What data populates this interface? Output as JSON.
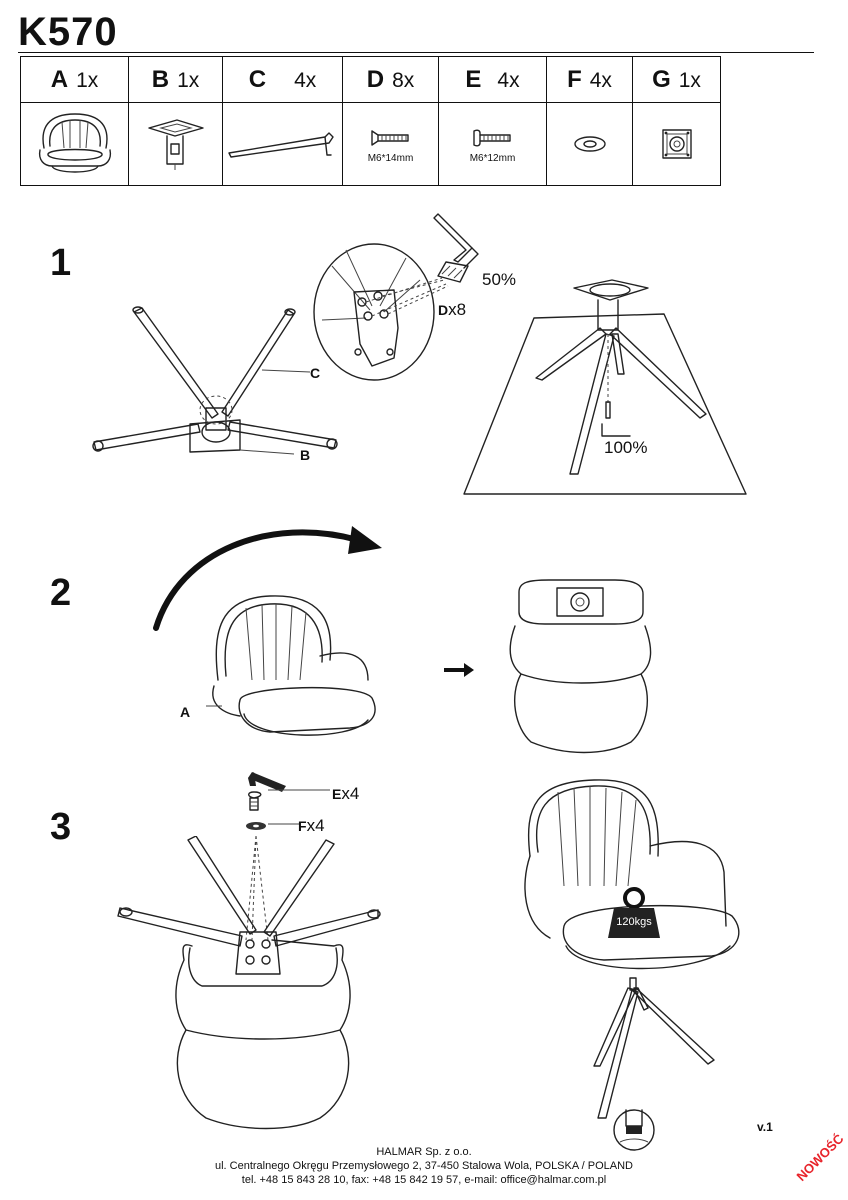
{
  "header": {
    "title": "K570"
  },
  "parts": [
    {
      "letter": "A",
      "qty": "1x"
    },
    {
      "letter": "B",
      "qty": "1x"
    },
    {
      "letter": "C",
      "qty": "4x"
    },
    {
      "letter": "D",
      "qty": "8x",
      "spec": "M6*14mm"
    },
    {
      "letter": "E",
      "qty": "4x",
      "spec": "M6*12mm"
    },
    {
      "letter": "F",
      "qty": "4x"
    },
    {
      "letter": "G",
      "qty": "1x"
    }
  ],
  "step1": {
    "number": "1",
    "label_c": "C",
    "label_b": "B",
    "label_d": "D",
    "label_d_qty": "x8",
    "tighten_partial": "50%",
    "tighten_full": "100%"
  },
  "step2": {
    "number": "2",
    "label_a": "A"
  },
  "step3": {
    "number": "3",
    "label_e": "E",
    "label_e_qty": "x4",
    "label_f": "F",
    "label_f_qty": "x4",
    "weight": "120kgs"
  },
  "footer": {
    "company": "HALMAR Sp. z o.o.",
    "address": "ul. Centralnego Okręgu Przemysłowego 2, 37-450 Stalowa Wola, POLSKA / POLAND",
    "contact": "tel. +48 15 843 28 10, fax: +48 15 842 19 57, e-mail: office@halmar.com.pl"
  },
  "version": "v.1",
  "badge": "NOWOŚĆ"
}
